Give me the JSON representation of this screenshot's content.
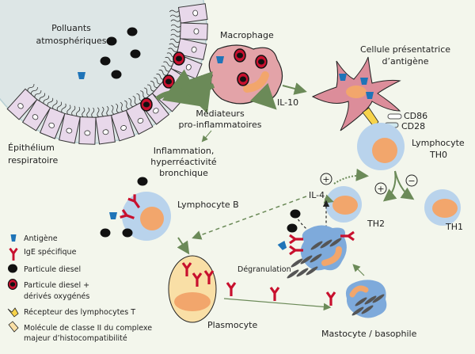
{
  "labels": {
    "pollutants": [
      "Polluants",
      "atmosphériques"
    ],
    "epithelium": [
      "Épithélium",
      "respiratoire"
    ],
    "macrophage": "Macrophage",
    "mediators": [
      "Médiateurs",
      "pro-inflammatoires"
    ],
    "il10": "IL-10",
    "inflammation": [
      "Inflammation,",
      "hyperréactivité",
      "bronchique"
    ],
    "apc": [
      "Cellule présentatrice",
      "d’antigène"
    ],
    "cd86": "CD86",
    "cd28": "CD28",
    "th0": [
      "Lymphocyte",
      "TH0"
    ],
    "th2": "TH2",
    "th1": "TH1",
    "il4": "IL-4",
    "plus": "+",
    "minus": "−",
    "lymphocyte_b": "Lymphocyte B",
    "plasmocyte": "Plasmocyte",
    "degranulation": "Dégranulation",
    "mastocyte": "Mastocyte / basophile"
  },
  "legend": [
    {
      "icon": "antigen-icon",
      "label": [
        "Antigène"
      ]
    },
    {
      "icon": "ige-icon",
      "label": [
        "IgE spécifique"
      ]
    },
    {
      "icon": "diesel-particle-icon",
      "label": [
        "Particule diesel"
      ]
    },
    {
      "icon": "oxidized-diesel-particle-icon",
      "label": [
        "Particule diesel +",
        "dérivés oxygénés"
      ]
    },
    {
      "icon": "t-cell-receptor-icon",
      "label": [
        "Récepteur des lymphocytes T"
      ]
    },
    {
      "icon": "mhc-class-ii-icon",
      "label": [
        "Molécule de classe II du complexe",
        "majeur d’histocompatibilité"
      ]
    }
  ],
  "colors": {
    "background": "#f3f6ec",
    "lumen": "#dde6e6",
    "epithelial_cell": "#e8d8ea",
    "macrophage": "#e3a3a8",
    "apc": "#dc8d9a",
    "lymphocyte": "#b9d3ec",
    "nucleus": "#f2a66c",
    "plasmocyte": "#f9dfa6",
    "mastocyte": "#7eaadb",
    "antigen": "#1f74b8",
    "ige": "#c8102e",
    "arrow": "#6b8a58",
    "il10_arrow": "#6c6ca8"
  }
}
